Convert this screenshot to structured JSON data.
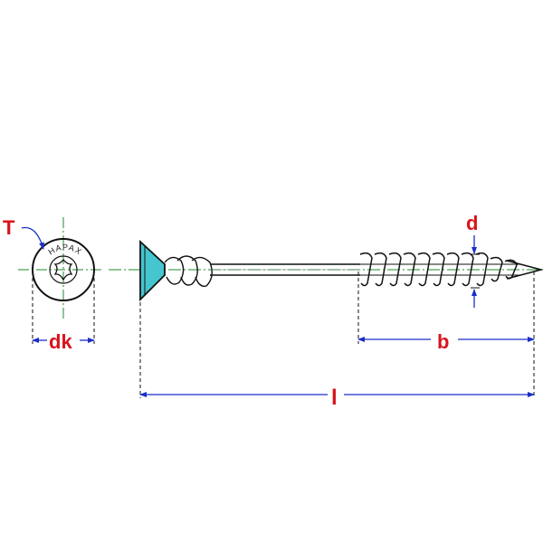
{
  "labels": {
    "drive": "T",
    "head_diameter": "dk",
    "thread_diameter": "d",
    "thread_length": "b",
    "length": "l"
  },
  "head_marking": "HAPAX",
  "colors": {
    "label": "#d8141c",
    "dimension_line": "#1a2ec8",
    "centerline": "#1f8a2e",
    "outline": "#111111",
    "accent": "#45c6cf"
  }
}
